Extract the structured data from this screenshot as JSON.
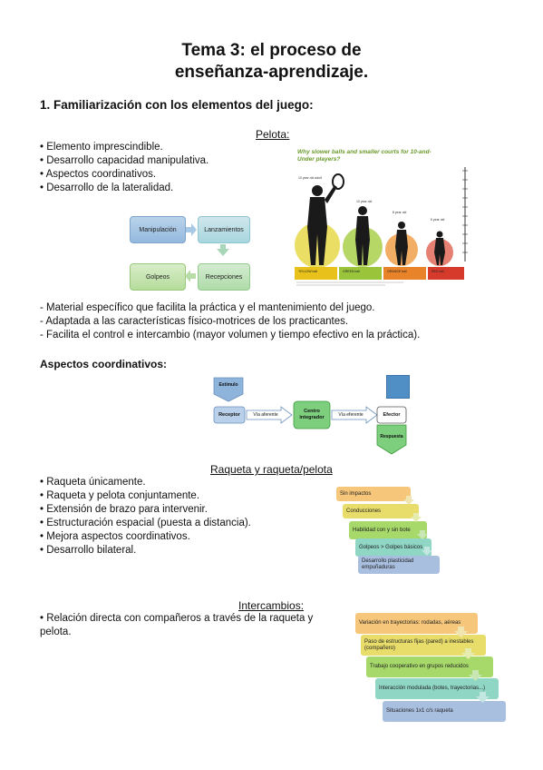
{
  "title_line1": "Tema 3: el proceso de",
  "title_line2": "enseñanza-aprendizaje.",
  "section1": {
    "heading": "1. Familiarización con los elementos del juego:",
    "pelota_heading": "Pelota:",
    "pelota_bullets": [
      "Elemento imprescindible.",
      "Desarrollo capacidad manipulativa.",
      "Aspectos coordinativos.",
      "Desarrollo de la lateralidad."
    ],
    "cycle": [
      "Manipulación",
      "Lanzamientos",
      "Recepciones",
      "Golpeos"
    ],
    "poster": {
      "title": "Why slower balls and smaller courts for 10-and-Under players?",
      "labels": [
        "10 year old adult",
        "10 year old",
        "8 year old",
        "6 year old"
      ],
      "balls": [
        "YELLOW ball",
        "GREEN ball",
        "ORANGE ball",
        "RED ball"
      ],
      "ball_colors": [
        "#e8c21a",
        "#9ac43a",
        "#e8832a",
        "#d63a2a"
      ]
    },
    "pelota_dashes": [
      "Material específico que facilita la práctica y el mantenimiento del juego.",
      "Adaptada a las características físico-motrices de los practicantes.",
      "Facilita el control e intercambio (mayor volumen y tiempo efectivo en la práctica)."
    ]
  },
  "coord": {
    "heading": "Aspectos coordinativos:",
    "estimulo": "Estímulo",
    "receptor": "Receptor",
    "via_aferente": "Vía aferente",
    "centro": "Centro integrador",
    "via_eferente": "Vía eferente",
    "efector": "Efector",
    "respuesta": "Respuesta"
  },
  "raqueta": {
    "heading": "Raqueta y raqueta/pelota",
    "bullets": [
      "Raqueta únicamente.",
      "Raqueta y pelota conjuntamente.",
      "Extensión de brazo para intervenir.",
      "Estructuración espacial (puesta a distancia).",
      "Mejora aspectos coordinativos.",
      "Desarrollo bilateral."
    ],
    "steps": [
      "Sin impactos",
      "Conducciones",
      "Habilidad con y sin bote",
      "Golpeos > Golpes básicos",
      "Desarrollo plasticidad empuñaduras"
    ]
  },
  "intercambios": {
    "heading": "Intercambios:",
    "bullets": [
      "Relación directa con compañeros a través de la raqueta y pelota."
    ],
    "steps": [
      "Variación en trayectorias: rodadas, aéreas",
      "Paso de estructuras fijas (pared) a inestables (compañero)",
      "Trabajo cooperativo en grupos reducidos",
      "Interacción modulada (botes, trayectorias...)",
      "Situaciones 1x1 c/s raqueta"
    ]
  },
  "colors": {
    "step1": "#f6c67a",
    "step2": "#e8dd6a",
    "step3": "#a6d96a",
    "step4": "#8fd6c4",
    "step5": "#a9bfe0",
    "coordBlue": "#8fb4dc",
    "coordGreen": "#7dcf7d"
  }
}
